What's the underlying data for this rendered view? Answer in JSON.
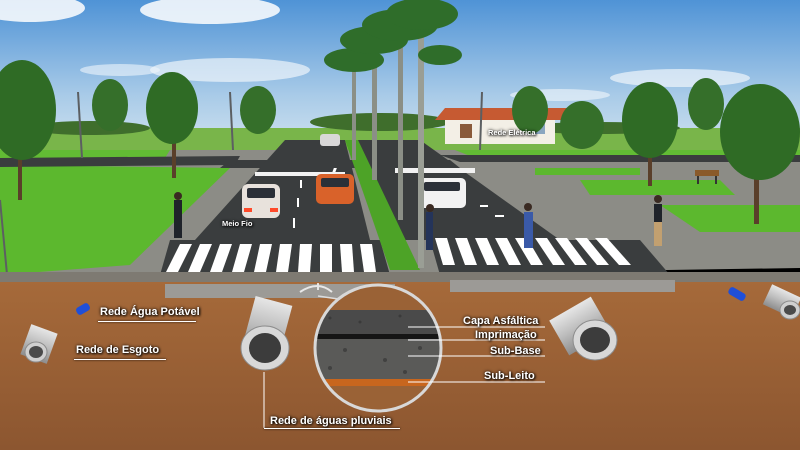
{
  "labels": {
    "rede_agua": "Rede Água Potável",
    "rede_esgoto": "Rede de Esgoto",
    "rede_pluviais": "Rede de águas pluviais",
    "capa_asfaltica": "Capa Asfáltica",
    "imprimacao": "Imprimação",
    "sub_base": "Sub-Base",
    "sub_leito": "Sub-Leito",
    "rede_eletrica": "Rede Elétrica",
    "meio_fio": "Meio Fio"
  },
  "colors": {
    "sky_top": "#4f93d6",
    "sky_bottom": "#cfe3f2",
    "grass": "#5cb82e",
    "asphalt": "#3a3d3e",
    "soil": "#9a6236",
    "water_pipe": "#1f4fd8",
    "sub_leito_band": "#c8661e"
  }
}
